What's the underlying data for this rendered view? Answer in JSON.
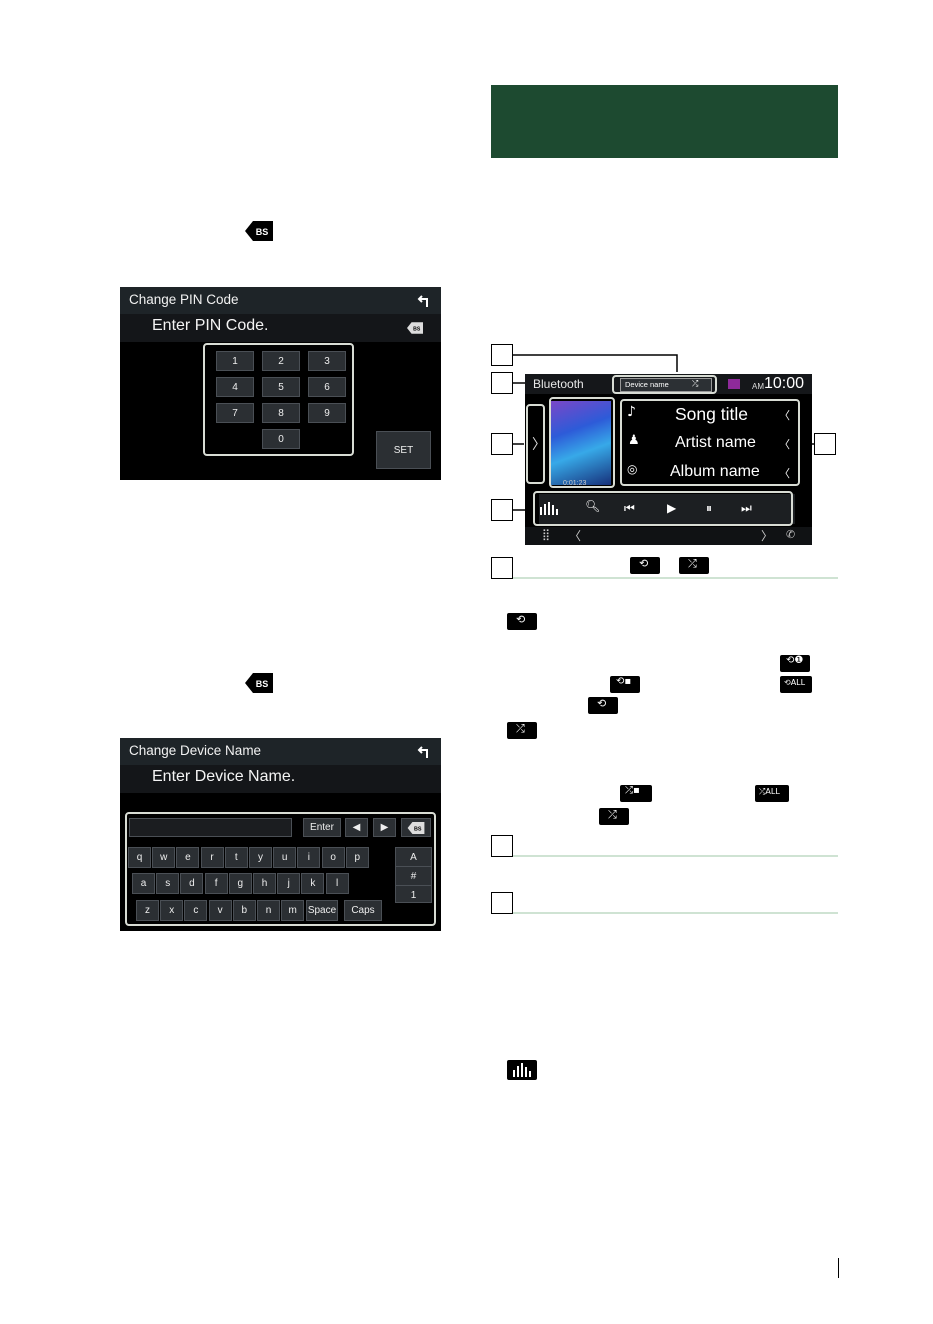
{
  "pin_screen": {
    "title": "Change PIN Code",
    "prompt": "Enter PIN Code.",
    "keys": [
      "1",
      "2",
      "3",
      "4",
      "5",
      "6",
      "7",
      "8",
      "9",
      "0"
    ],
    "set_label": "SET"
  },
  "name_screen": {
    "title": "Change Device Name",
    "prompt": "Enter Device Name.",
    "enter_label": "Enter",
    "row1": [
      "q",
      "w",
      "e",
      "r",
      "t",
      "y",
      "u",
      "i",
      "o",
      "p"
    ],
    "row2": [
      "a",
      "s",
      "d",
      "f",
      "g",
      "h",
      "j",
      "k",
      "l"
    ],
    "row3": [
      "z",
      "x",
      "c",
      "v",
      "b",
      "n",
      "m"
    ],
    "space_label": "Space",
    "caps_label": "Caps",
    "side_keys": [
      "A",
      "#",
      "1"
    ]
  },
  "player_screen": {
    "source_label": "Bluetooth",
    "device_label": "Device name",
    "clock_prefix": "AM",
    "clock": "10:00",
    "song_title": "Song title",
    "artist_name": "Artist name",
    "album_name": "Album name",
    "elapsed": "0:01:23",
    "colors": {
      "accent_green": "#1d4a30",
      "highlight": "#d8dcd4"
    }
  },
  "icons": {
    "backspace": "backspace-bs-icon",
    "repeat": "repeat-icon",
    "shuffle": "shuffle-icon",
    "equalizer": "equalizer-icon"
  }
}
